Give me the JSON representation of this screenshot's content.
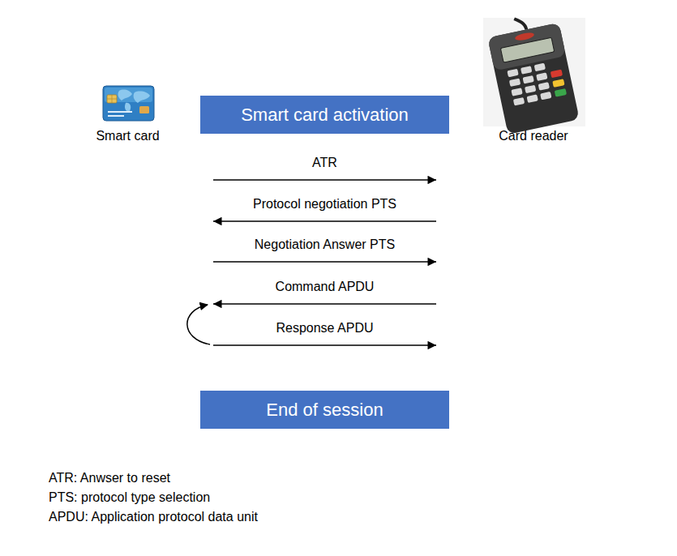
{
  "diagram": {
    "nodes": [
      {
        "text": [
          "Smart card"
        ]
      },
      {
        "text": [
          "Smart card activation"
        ]
      },
      {
        "text": [
          "Card reader"
        ]
      },
      {
        "text": [
          "End of session"
        ]
      }
    ],
    "edges": [
      {
        "from": 0,
        "to": 2,
        "arrow": "to",
        "label": "ATR"
      },
      {
        "from": 2,
        "to": 0,
        "arrow": "to",
        "label": "Protocol negotiation PTS"
      },
      {
        "from": 0,
        "to": 2,
        "arrow": "to",
        "label": "Negotiation Answer PTS"
      },
      {
        "from": 2,
        "to": 0,
        "arrow": "to",
        "label": "Command APDU"
      },
      {
        "from": 0,
        "to": 2,
        "arrow": "to",
        "label": "Response APDU"
      }
    ],
    "labels": [
      "ATR: Anwser to reset",
      "PTS: protocol type selection",
      "APDU: Application protocol data unit"
    ]
  }
}
